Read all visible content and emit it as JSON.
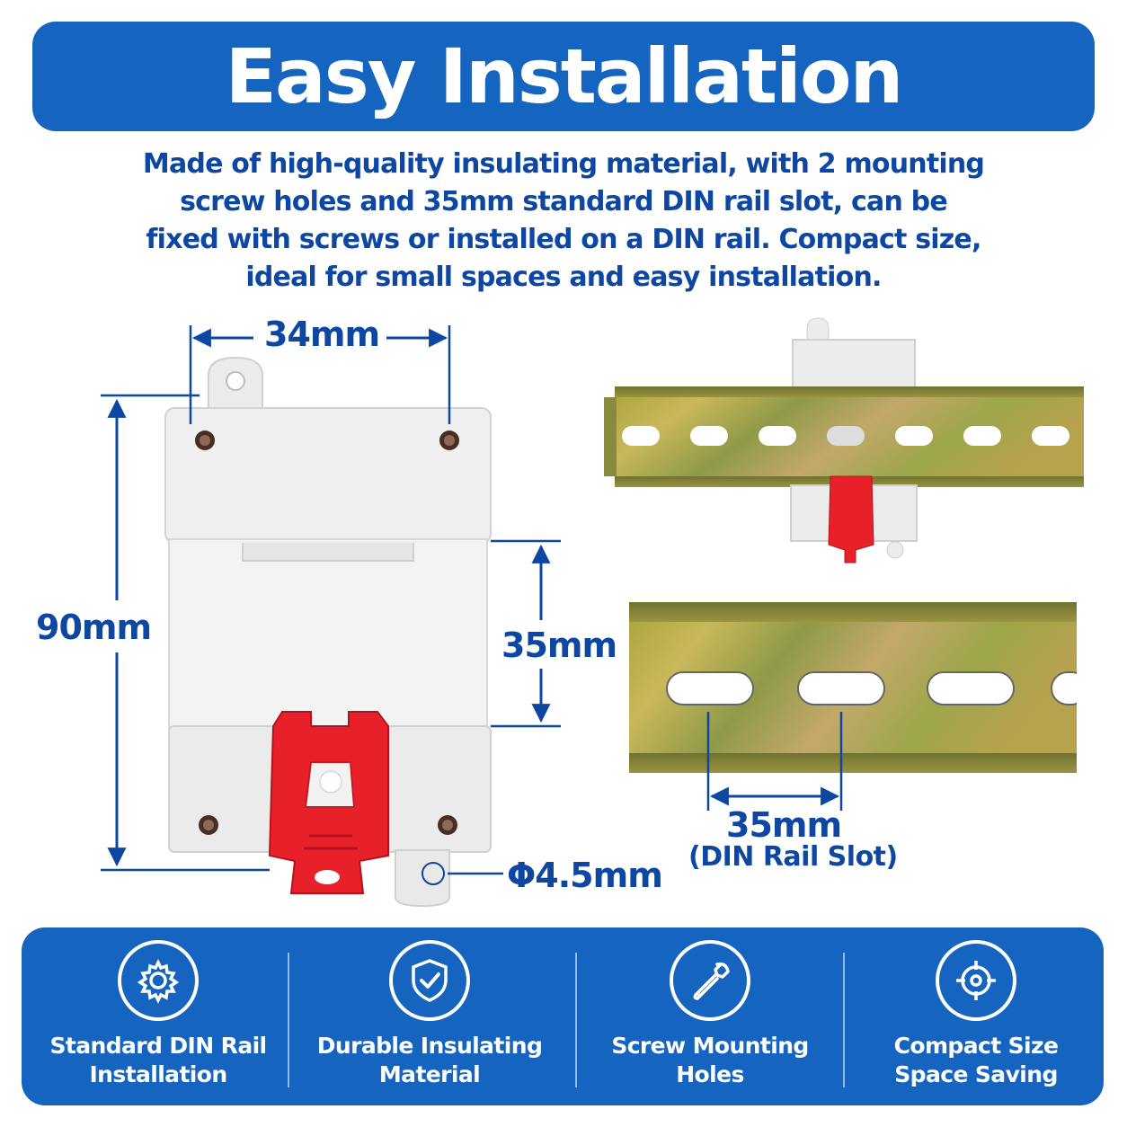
{
  "banner": {
    "title": "Easy Installation"
  },
  "description": {
    "lines": [
      "Made of high-quality insulating material, with 2 mounting",
      "screw holes and 35mm standard DIN rail slot, can be",
      "fixed with screws or installed on a DIN rail. Compact size,",
      "ideal for small spaces and easy installation."
    ]
  },
  "dimensions": {
    "width": "34mm",
    "height": "90mm",
    "rail_height": "35mm",
    "hole": "Φ4.5mm",
    "slot_width": "35mm",
    "slot_caption": "(DIN Rail Slot)"
  },
  "features": [
    {
      "icon": "gear-icon",
      "line1": "Standard DIN Rail",
      "line2": "Installation"
    },
    {
      "icon": "shield-check-icon",
      "line1": "Durable Insulating",
      "line2": "Material"
    },
    {
      "icon": "wrench-icon",
      "line1": "Screw Mounting",
      "line2": "Holes"
    },
    {
      "icon": "crosshair-icon",
      "line1": "Compact Size",
      "line2": "Space Saving"
    }
  ],
  "colors": {
    "brand_blue": "#1565c0",
    "text_blue": "#0d47a1",
    "clip_red": "#e8202a"
  }
}
